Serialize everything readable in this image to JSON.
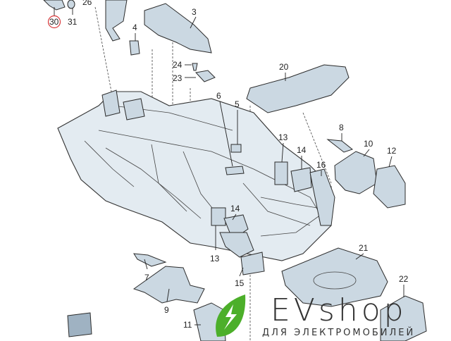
{
  "diagram": {
    "labels": [
      "26",
      "30",
      "31",
      "3",
      "4",
      "24",
      "23",
      "20",
      "6",
      "5",
      "8",
      "13",
      "14",
      "10",
      "12",
      "16",
      "14",
      "13",
      "7",
      "15",
      "21",
      "9",
      "22",
      "11"
    ],
    "highlighted_label": "30",
    "highlight_color": "#d9383a",
    "part_color": "#cbd8e2"
  },
  "logo": {
    "name": "EVshop",
    "tagline": "ДЛЯ ЭЛЕКТРОМОБИЛЕЙ",
    "leaf_color": "#4caf2a"
  }
}
